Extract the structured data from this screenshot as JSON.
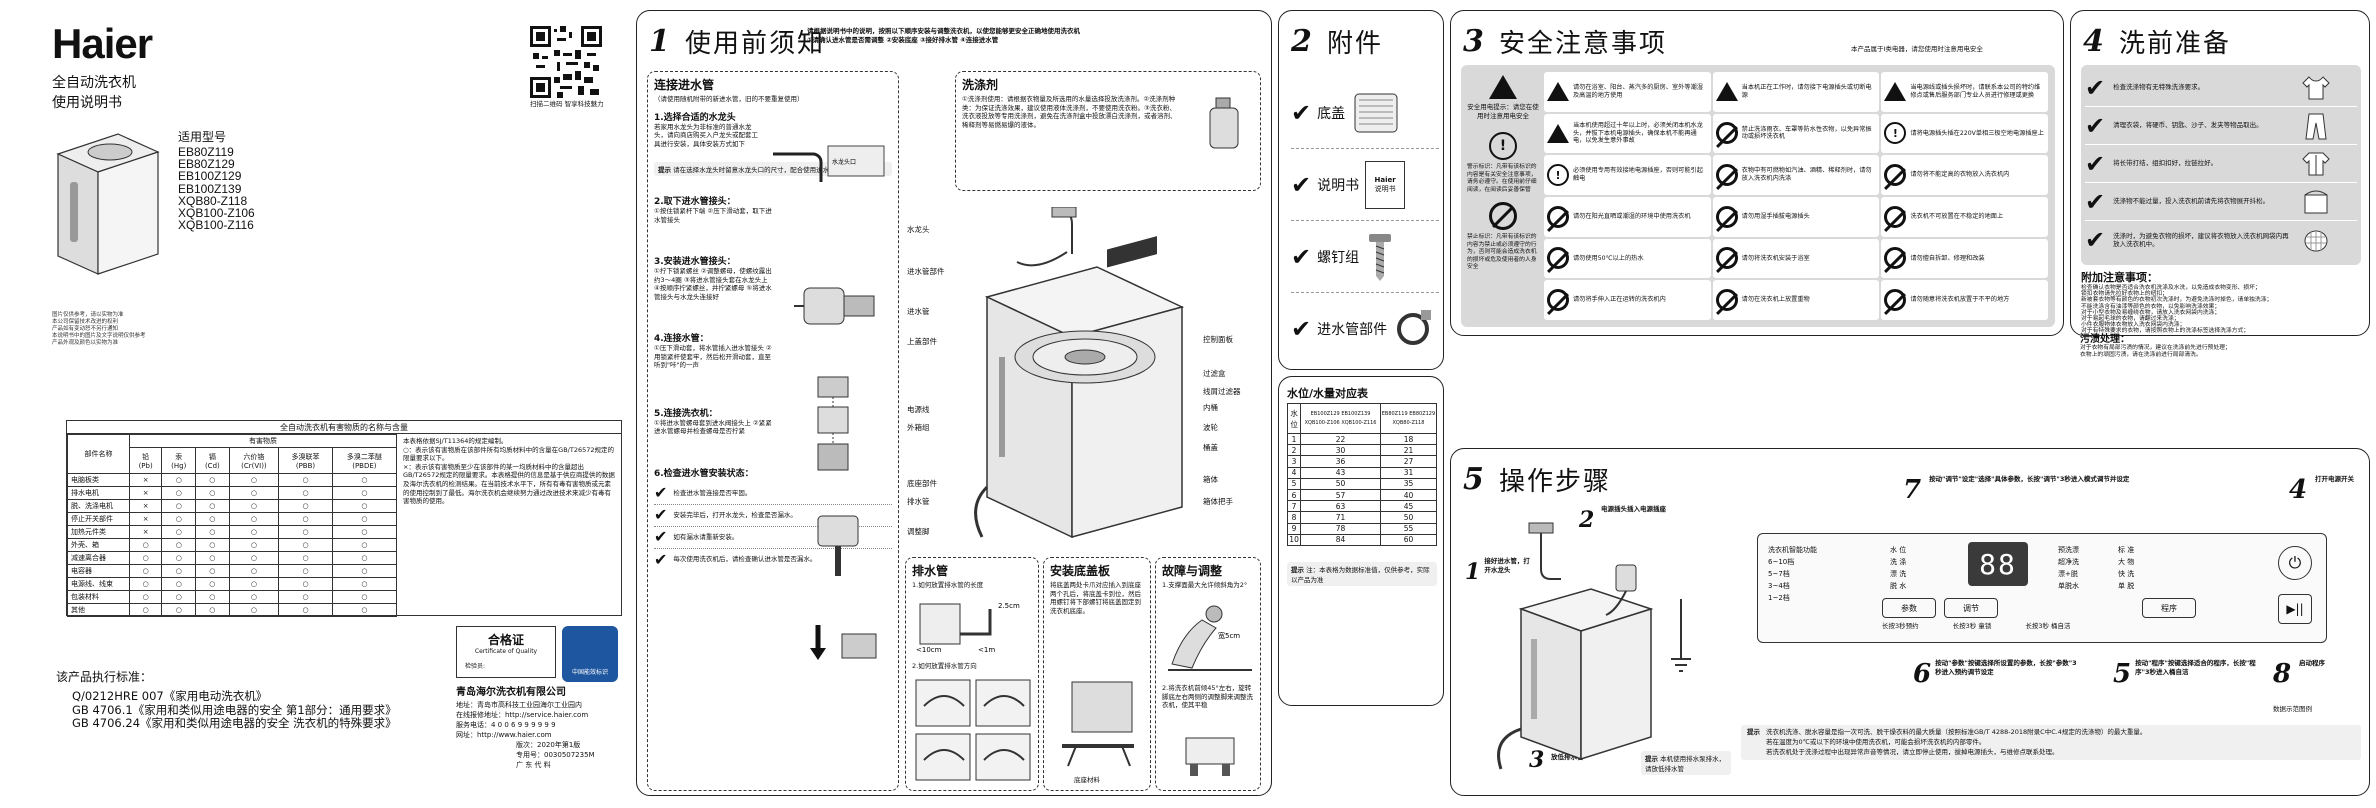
{
  "cover": {
    "brand": "Haier",
    "product_title": "全自动洗衣机",
    "manual_title": "使用说明书",
    "models_label": "适用型号",
    "models": [
      "EB80Z119",
      "EB80Z129",
      "EB100Z129",
      "EB100Z139",
      "XQB80-Z118",
      "XQB100-Z106",
      "XQB100-Z116"
    ],
    "qr_caption": "扫描二维码 智享科技魅力",
    "fine_print": [
      "图片仅供参考，请以实物为准",
      "本公司保留技术改进的权利",
      "产品如有变动恕不另行通知",
      "本说明书中的图片及文字说明仅供参考",
      "产品外观及颜色以实物为准"
    ],
    "hazard_title": "全自动洗衣机有害物质的名称与含量",
    "hazard_header_part": "部件名称",
    "hazard_header_group": "有害物质",
    "hazard_substances": [
      {
        "name": "铅",
        "symbol": "(Pb)"
      },
      {
        "name": "汞",
        "symbol": "(Hg)"
      },
      {
        "name": "镉",
        "symbol": "(Cd)"
      },
      {
        "name": "六价铬",
        "symbol": "(Cr(VI))"
      },
      {
        "name": "多溴联苯",
        "symbol": "(PBB)"
      },
      {
        "name": "多溴二苯醚",
        "symbol": "(PBDE)"
      }
    ],
    "hazard_rows": [
      {
        "part": "电脑板类",
        "marks": [
          "×",
          "○",
          "○",
          "○",
          "○",
          "○"
        ]
      },
      {
        "part": "排水电机",
        "marks": [
          "×",
          "○",
          "○",
          "○",
          "○",
          "○"
        ]
      },
      {
        "part": "脱、洗涤电机",
        "marks": [
          "×",
          "○",
          "○",
          "○",
          "○",
          "○"
        ]
      },
      {
        "part": "停止开关部件",
        "marks": [
          "×",
          "○",
          "○",
          "○",
          "○",
          "○"
        ]
      },
      {
        "part": "加热元件类",
        "marks": [
          "×",
          "○",
          "○",
          "○",
          "○",
          "○"
        ]
      },
      {
        "part": "外壳、箱",
        "marks": [
          "○",
          "○",
          "○",
          "○",
          "○",
          "○"
        ]
      },
      {
        "part": "减速离合器",
        "marks": [
          "○",
          "○",
          "○",
          "○",
          "○",
          "○"
        ]
      },
      {
        "part": "电容器",
        "marks": [
          "○",
          "○",
          "○",
          "○",
          "○",
          "○"
        ]
      },
      {
        "part": "电源线、线束",
        "marks": [
          "○",
          "○",
          "○",
          "○",
          "○",
          "○"
        ]
      },
      {
        "part": "包装材料",
        "marks": [
          "○",
          "○",
          "○",
          "○",
          "○",
          "○"
        ]
      },
      {
        "part": "其他",
        "marks": [
          "○",
          "○",
          "○",
          "○",
          "○",
          "○"
        ]
      }
    ],
    "hazard_notes": [
      "本表格依据SJ/T11364的规定编制。",
      "○：表示该有害物质在该部件所有均质材料中的含量在GB/T26572规定的限量要求以下。",
      "×：表示该有害物质至少在该部件的某一均质材料中的含量超出GB/T26572规定的限量要求。本表格提供的信息是基于供应商提供的数据及海尔洗衣机的检测结果。在当前技术水平下，所有有毒有害物质或元素的使用控制到了最低。海尔洗衣机会继续努力通过改进技术来减少有毒有害物质的使用。"
    ],
    "cert_title": "合格证",
    "cert_sub": "Certificate of Quality",
    "cert_inspector": "检验员:",
    "badge_text": "中国能效标识",
    "standards_label": "该产品执行标准：",
    "standards": [
      "Q/0212HRE 007《家用电动洗衣机》",
      "GB 4706.1《家用和类似用途电器的安全 第1部分：通用要求》",
      "GB 4706.24《家用和类似用途电器的安全 洗衣机的特殊要求》"
    ],
    "company": "青岛海尔洗衣机有限公司",
    "address": "地址：青岛市高科技工业园海尔工业园内",
    "service_url": "在线报修地址：http://service.haier.com",
    "hotline": "服务电话：4 0 0 6 9 9 9 9 9 9",
    "website": "网址：http://www.haier.com",
    "edition": "版次：2020年第1版",
    "code": "专用号：0030507235M",
    "printed": "广 东 代 料"
  },
  "sec1": {
    "number": "1",
    "title": "使用前须知",
    "intro": "请根据说明书中的说明，按照以下顺序安装与调整洗衣机，以使您能够更安全正确地使用洗衣机",
    "intro2": "①请确认进水管是否需调整  ②安装底座  ③接好排水管 ④连接进水管",
    "inlet_title": "连接进水管",
    "inlet_sub": "（请使用随机附带的新进水管，旧的不要重复使用）",
    "step1": "1.选择合适的水龙头",
    "step1_text": "若家用水龙头为非标准的普通水龙头，请向商店购买入户龙头或配套工具进行安装，具体安装方式如下",
    "step1_note": "请在选择水龙头时留意水龙头口的尺寸，配合使用进水管接头",
    "tip_label": "提示",
    "step2": "2.取下进水管接头：",
    "step2_text": "①按住锁紧杆下端  ②压下滑动套，取下进水管接头",
    "step3": "3.安装进水管接头：",
    "step3_text": "①拧下锁紧螺丝  ②调整螺母，使螺纹露出约3～4圈  ③将进水管接头套在水龙头上  ④按顺序拧紧螺丝，并拧紧螺母  ⑤将进水管接头与水龙头连接好",
    "step4": "4.连接水管：",
    "step4_text": "①压下滑动套，将水管插入进水管接头  ②用锁紧杆使套牢，然后松开滑动套，直至听到\"咔\"的一声",
    "step5": "5.连接洗衣机：",
    "step5_text": "①将进水管螺母套到进水阀接头上  ②紧紧进水管螺母并检查螺母是否拧紧",
    "step6": "6.检查进水管安装状态：",
    "step6_items": [
      "检查进水管连接是否牢固。",
      "安装完毕后，打开水龙头，检查是否漏水。",
      "如有漏水请重新安装。",
      "每次使用洗衣机后，请检查确认进水管是否漏水。"
    ],
    "detergent_title": "洗涤剂",
    "detergent_text": "①洗涤剂使用：请根据衣物量及所选用的水量选择投放洗涤剂。②洗涤剂种类：为保证洗涤效果，建议使用液体洗涤剂，不要使用洗衣粉。③洗衣粉、洗衣液投放等专用洗涤剂，避免在洗涤剂盒中投放漂白洗涤剂，或者溶剂、稀释剂等易燃易爆的液体。",
    "labels_left": [
      "水龙头",
      "进水管部件",
      "进水管",
      "上盖部件",
      "电源线",
      "外箱组",
      "底座部件",
      "排水管",
      "调整脚"
    ],
    "labels_right": [
      "控制面板",
      "过滤盒",
      "线屑过滤器",
      "内桶",
      "波轮",
      "桶盖",
      "箱体",
      "箱体把手"
    ],
    "drain_title": "排水管",
    "drain_sub": "1.如何放置排水管的长度",
    "drain_sub2": "2.如何放置排水管方向",
    "drain_dims": [
      "<10cm",
      "<1m",
      "2.5cm"
    ],
    "cover_title": "安装底盖板",
    "cover_text": "将底盖两处卡爪对应插入到底座两个孔后，将底盖卡到位，然后用螺钉将下部螺钉将底盖固定到洗衣机底座。",
    "cover_note": "底座材料",
    "level_title": "故障与调整",
    "level_text": "1.支撑面最大允许倾斜角为2°",
    "level_text2": "2.将洗衣机前倾45°左右，旋转脚底左右两侧的调整脚来调整洗衣机，使其平稳",
    "level_dim": "宽5cm"
  },
  "sec2": {
    "number": "2",
    "title": "附件",
    "items": [
      "底盖",
      "说明书",
      "螺钉组",
      "进水管部件"
    ],
    "booklet_label": "说明书",
    "water_title": "水位/水量对应表",
    "water_col1": "水位",
    "water_models_a": "EB100Z129 EB100Z139 XQB100-Z106 XQB100-Z116",
    "water_models_b": "EB80Z119 EB80Z129 XQB80-Z118",
    "water_rows": [
      [
        "1",
        "22",
        "18"
      ],
      [
        "2",
        "30",
        "21"
      ],
      [
        "3",
        "36",
        "27"
      ],
      [
        "4",
        "43",
        "31"
      ],
      [
        "5",
        "50",
        "35"
      ],
      [
        "6",
        "57",
        "40"
      ],
      [
        "7",
        "63",
        "45"
      ],
      [
        "8",
        "71",
        "50"
      ],
      [
        "9",
        "78",
        "55"
      ],
      [
        "10",
        "84",
        "60"
      ]
    ],
    "water_note": "注：本表格为数据标准值，仅供参考，实际以产品为准"
  },
  "sec3": {
    "number": "3",
    "title": "安全注意事项",
    "subtitle": "本产品属于I类电器，请您使用时注意用电安全",
    "warn_caption": "安全用电提示：请您在使用时注意用电安全",
    "warn_caption2": "警示标识：凡带有该标识的内容是有关安全注意事项，请务必遵守。在使用前仔细阅读，在阅读后妥善保管",
    "ban_caption": "禁止标识：凡带有该标识的内容为禁止或必须遵守的行为，否则可能会造成洗衣机的损坏或危及使用者的人身安全",
    "cells": [
      "请勿在浴室、阳台、蒸汽多的厨房、室外等潮湿及高温的地方使用",
      "当本机正在工作时，请勿接下电源插头或切断电源",
      "当电源线或插头损坏时，请联系本公司的特约维修点或售后服务部门专业人员进行修理或更换",
      "当本机使用超过十年以上时，必须关闭本机水龙头，并拔下本机电源插头，确保本机不能再通电，以免发生意外事故",
      "禁止洗涤雨衣、车罩等防水性衣物，以免异常振动或损坏洗衣机",
      "请将电源插头插在220V单相三极空地电源插座上",
      "必须使用专用有效接地电源插座，否则可能引起触电",
      "衣物中有可燃物如汽油、酒精、稀释剂时，请勿放入洗衣机内洗涤",
      "请勿将不能定高的衣物放入洗衣机内",
      "请勿在阳光直晒或潮湿的环境中使用洗衣机",
      "请勿用湿手插拔电源插头",
      "洗衣机不可放置在不稳定的地面上",
      "请勿使用50℃以上的热水",
      "请勿将洗衣机安装于浴室",
      "请勿擅自拆卸、修理和改装",
      "请勿将手伸入正在运转的洗衣机内",
      "请勿在洗衣机上放置重物",
      "请勿随意将洗衣机放置于不平的地方"
    ]
  },
  "sec4": {
    "number": "4",
    "title": "洗前准备",
    "items": [
      "检查洗涤物有无特殊洗涤要求。",
      "清理衣袋，将硬币、钥匙、沙子、发夹等物品取出。",
      "将长带打结，组扣扣好，拉链拉好。",
      "洗涤物不能过量，投入洗衣机前请先将衣物展开抖松。",
      "洗涤时，为避免衣物的损坏，建议将衣物放入洗衣机网袋内再放入洗衣机中。"
    ],
    "extra_title": "附加注意事项：",
    "extra_items": [
      "检查确认衣物是否适合洗衣机洗涤及水洗，以免造成衣物变形、损坏；",
      "锁扣衣物请先拉好衣物上的纽扣；",
      "新被套衣物等有颜色的衣物初次洗涤时，为避免洗涤时掉色，请单独洗涤；",
      "不能洗涤含有油漆等颜色的衣物，以免影响洗涤效果；",
      "对于小型衣物及易缠绕衣物，请放入洗衣网袋内洗涤；",
      "对于易起毛球的衣物，请翻过来洗涤；",
      "小件衣服物体衣物放入洗衣网袋内洗涤；",
      "对于有特殊要求的衣物，请按照衣物上的洗涤标签选择洗涤方式；"
    ],
    "stain_title": "污渍处理：",
    "stain_items": [
      "对于衣物有局部污渍的情况，建议在洗涤前先进行预处理；",
      "衣物上的顽固污渍，请在洗涤前进行局部清洗。"
    ]
  },
  "sec5": {
    "number": "5",
    "title": "操作步骤",
    "step1": "接好进水管，打开水龙头",
    "step2": "电源插头插入电源插座",
    "step3": "放低排水管",
    "step4": "打开电源开关",
    "step7": "按动\"调节\"设定\"选择\"具体参数，长按\"调节\"3秒进入模式调节并设定",
    "step6": "按动\"参数\"按键选择所设置的参数，长按\"参数\"3秒进入预约调节设定",
    "step5": "按动\"程序\"按键选择适合的程序，长按\"程序\"3秒进入桶自洁",
    "step8": "启动程序",
    "panel_left_labels": [
      "洗衣机智能功能",
      "水 位",
      "洗 涤",
      "漂 洗",
      "脱 水"
    ],
    "panel_left_codes": [
      "6~10档",
      "5~7档",
      "3~4档",
      "1~2档"
    ],
    "panel_right_labels": [
      "预洗漂",
      "超净洗",
      "漂+脱",
      "单脱水"
    ],
    "panel_right_labels2": [
      "标 准",
      "大 物",
      "快 洗",
      "单 脱"
    ],
    "display_digits": "88",
    "btn_param": "参数",
    "btn_adjust": "调节",
    "btn_program": "程序",
    "btn_start": "▶|| ",
    "btn_power": "⏻",
    "panel_sub1": "长按3秒预约",
    "panel_sub2": "长按3秒 童锁",
    "panel_sub3": "长按3秒 桶自洁",
    "panel_model": "数据示范图例",
    "tip_label": "提示",
    "tips": [
      "洗衣机洗涤、脱水容量是指一次可洗、脱干燥衣料的最大质量（按照标准GB/T 4288-2018附录C中C.4规定的洗涤物）的最大重量。",
      "若在温度为0℃或以下的环境中使用洗衣机，可能会损坏洗衣机的内部零件。",
      "若洗衣机处于洗涤过程中出现异常声音等情况，请立即停止使用，拔掉电源插头，与维修点联系处理。"
    ],
    "drain_tip": "本机使用排水泵排水，请放低排水管"
  }
}
